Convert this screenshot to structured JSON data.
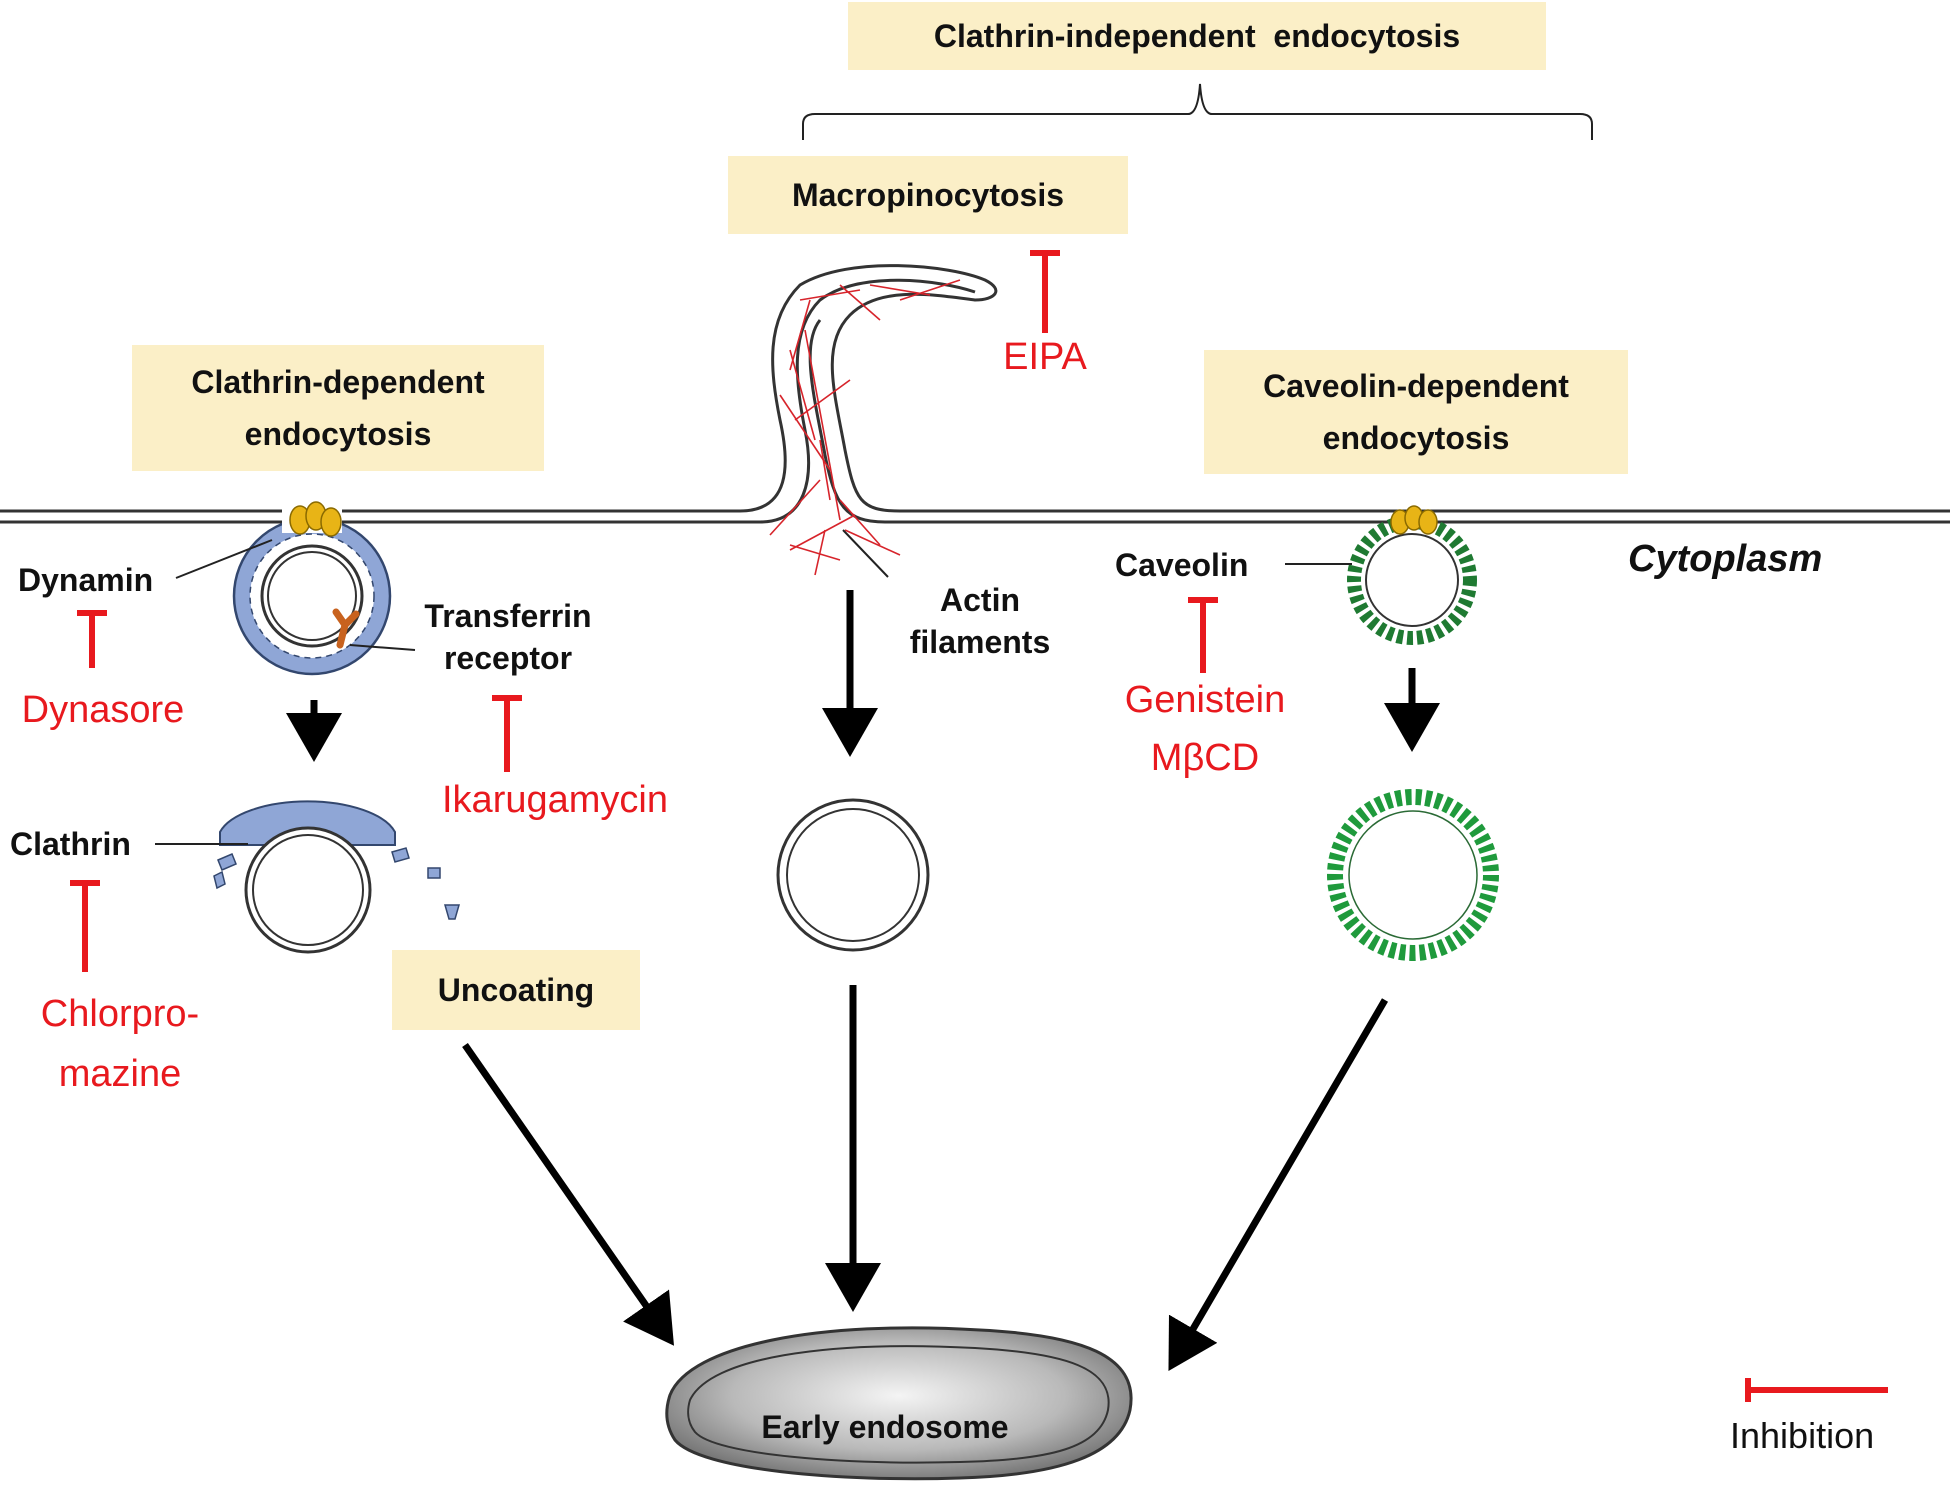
{
  "boxes": {
    "clathrin_independent": "Clathrin-independent  endocytosis",
    "macropinocytosis": "Macropinocytosis",
    "clathrin_dependent_1": "Clathrin-dependent",
    "clathrin_dependent_2": "endocytosis",
    "caveolin_dependent_1": "Caveolin-dependent",
    "caveolin_dependent_2": "endocytosis",
    "uncoating": "Uncoating",
    "early_endosome": "Early endosome"
  },
  "labels": {
    "dynamin": "Dynamin",
    "transferrin_1": "Transferrin",
    "transferrin_2": "receptor",
    "clathrin": "Clathrin",
    "actin_1": "Actin",
    "actin_2": "filaments",
    "caveolin": "Caveolin",
    "cytoplasm": "Cytoplasm"
  },
  "inhibitors": {
    "eipa": "EIPA",
    "dynasore": "Dynasore",
    "ikarugamycin": "Ikarugamycin",
    "chlorpromazine_1": "Chlorpro-",
    "chlorpromazine_2": "mazine",
    "genistein": "Genistein",
    "mbcd": "MβCD"
  },
  "legend": {
    "inhibition": "Inhibition"
  },
  "colors": {
    "inhibitor": "#e8191e",
    "box": "#fbefc7",
    "clathrin": "#8fa6d6",
    "caveolin": "#1f9a3c",
    "dynamin": "#e8b416",
    "receptor": "#c8621e"
  }
}
